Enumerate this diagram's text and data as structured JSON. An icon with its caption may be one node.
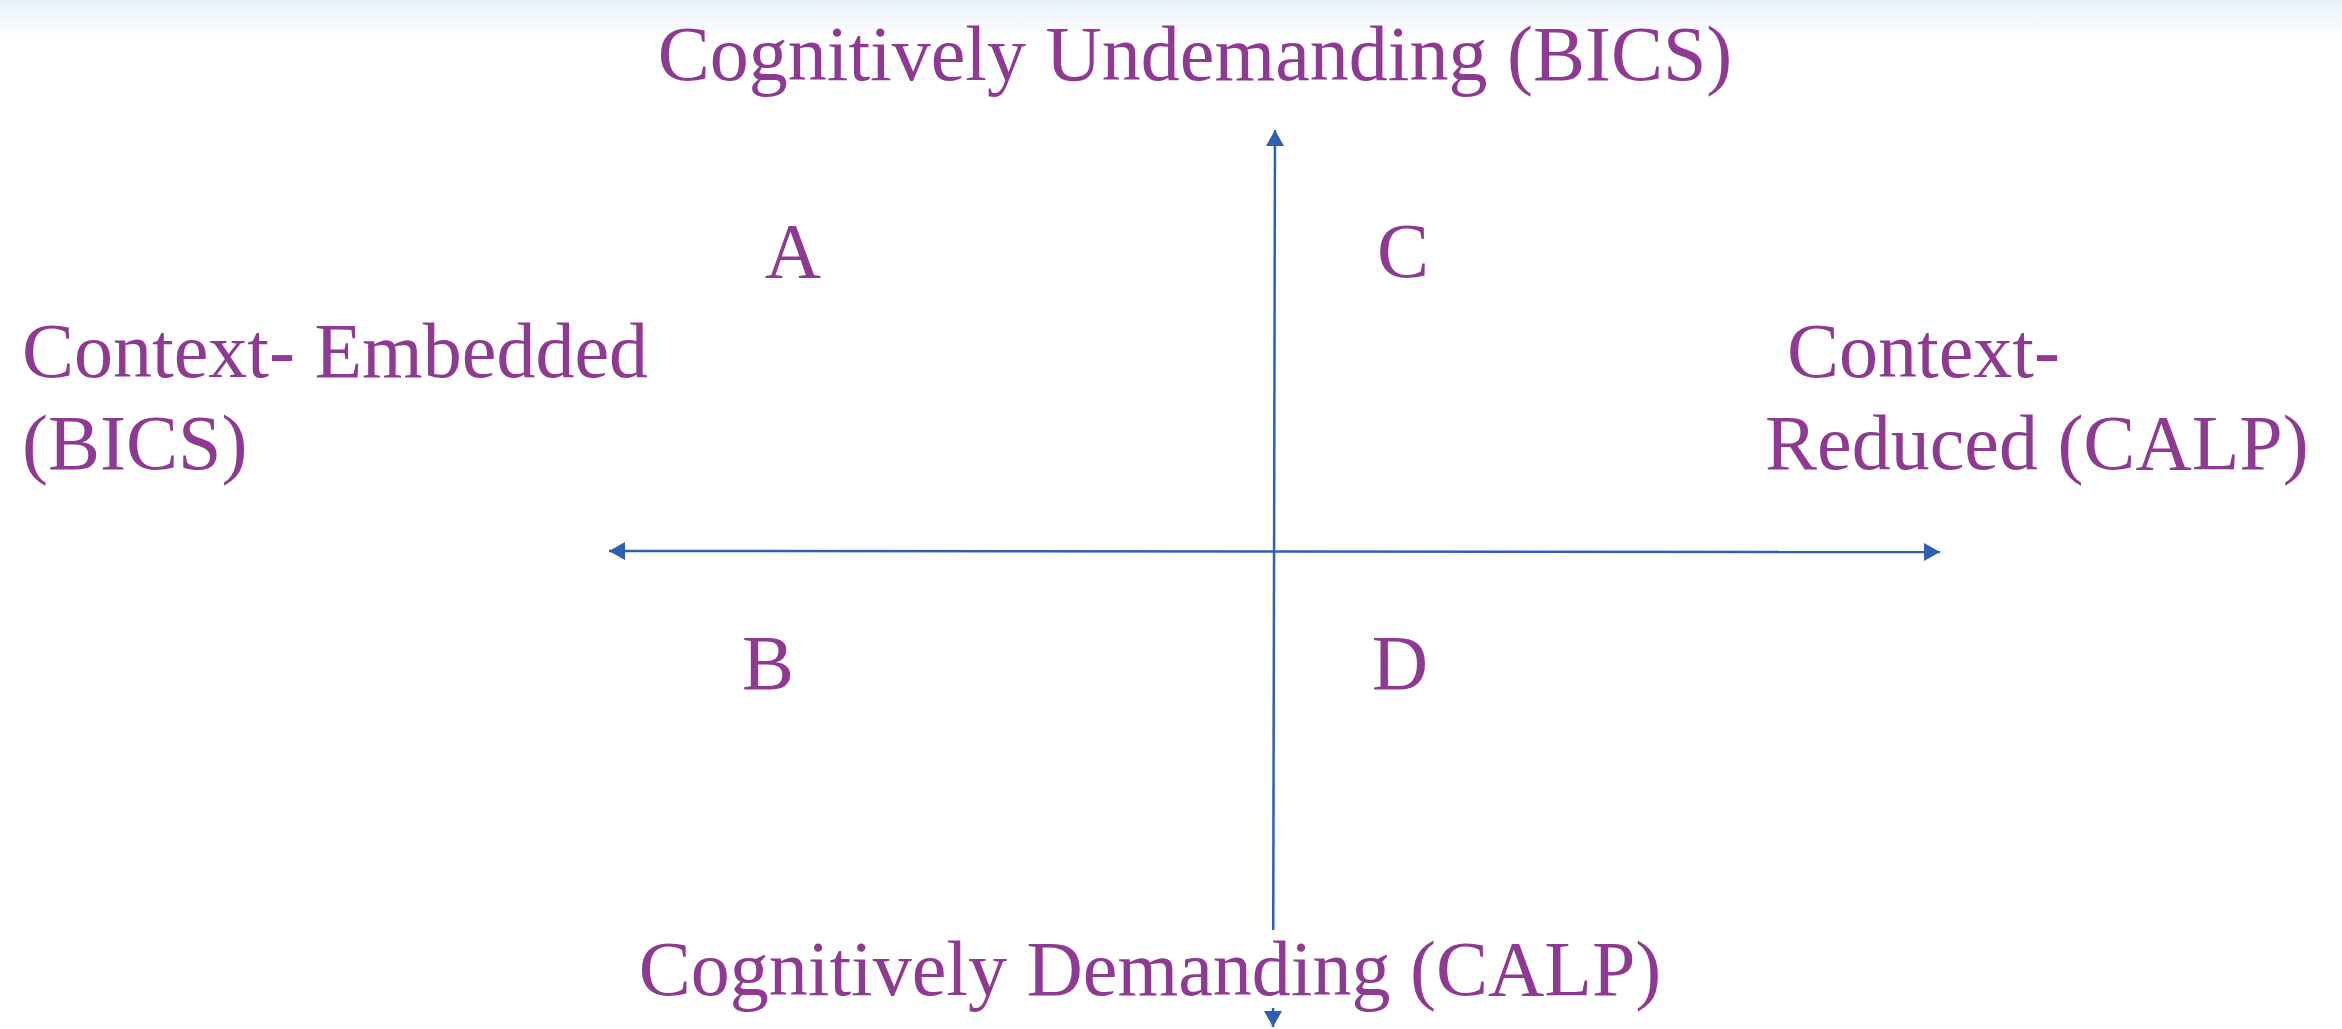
{
  "diagram": {
    "labels": [
      "Cognitively Undemanding (BICS)",
      "A",
      "C",
      "Context- Embedded (BICS)",
      "Context- Reduced (CALP)",
      "B",
      "D",
      "Cognitively Demanding (CALP)"
    ]
  }
}
